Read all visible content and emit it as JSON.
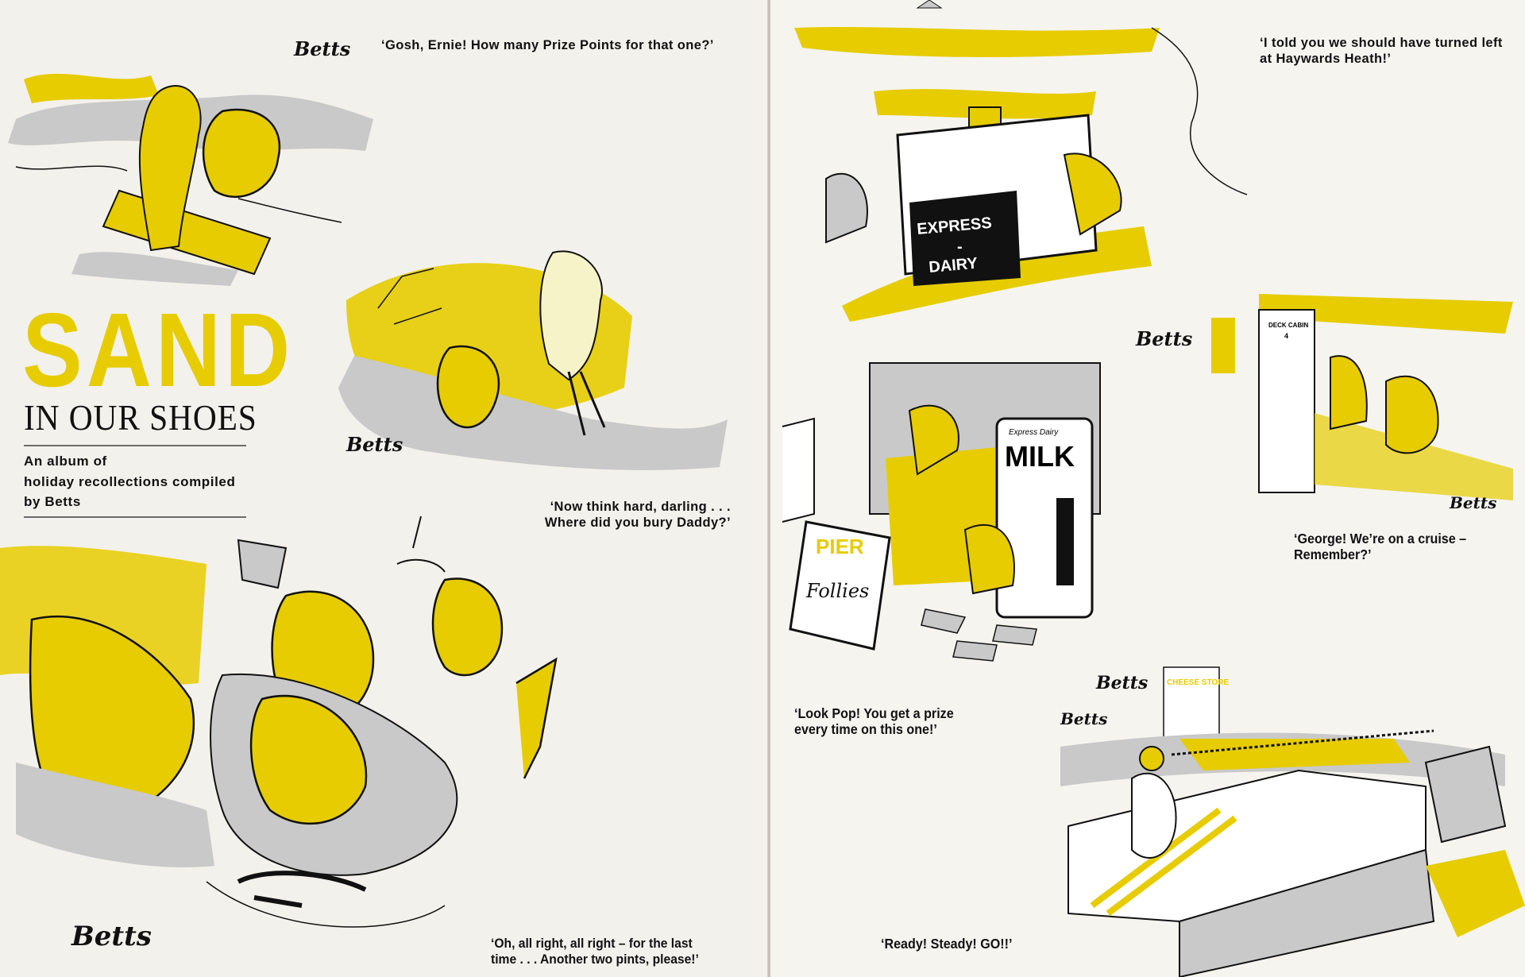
{
  "left_page": {
    "title": "SAND",
    "title_rest": "IN OUR SHOES",
    "subtitle_lines": [
      "An album of",
      "holiday recollections compiled",
      "by Betts"
    ],
    "captions": {
      "prize_points": "‘Gosh, Ernie! How many Prize Points for that one?’",
      "bury_daddy_1": "‘Now think hard, darling . . .",
      "bury_daddy_2": "Where did you bury Daddy?’",
      "two_pints_1": "‘Oh, all right, all right – for the last",
      "two_pints_2": "time . . . Another two pints, please!’"
    },
    "signature": "Betts"
  },
  "right_page": {
    "captions": {
      "haywards_1": "‘I told you we should have turned left",
      "haywards_2": "at Haywards Heath!’",
      "cruise_1": "‘George! We’re on a cruise –",
      "cruise_2": "Remember?’",
      "prize_1": "‘Look Pop! You get a prize",
      "prize_2": "every time on this one!’",
      "ready": "‘Ready! Steady! GO!!’"
    },
    "artwork_lettering": {
      "van_1": "EXPRESS",
      "van_2": "-",
      "van_3": "DAIRY",
      "machine_small": "Express Dairy",
      "machine": "MILK",
      "sign_1": "PIER",
      "sign_2": "Follies",
      "cabin_1": "DECK CABIN",
      "cabin_2": "4",
      "store": "CHEESE STORE"
    },
    "signature": "Betts"
  },
  "colors": {
    "accent_yellow": "#e6cc00",
    "grey_tone": "#c9c9c9",
    "ink": "#111111",
    "paper": "#f3f1eb"
  }
}
